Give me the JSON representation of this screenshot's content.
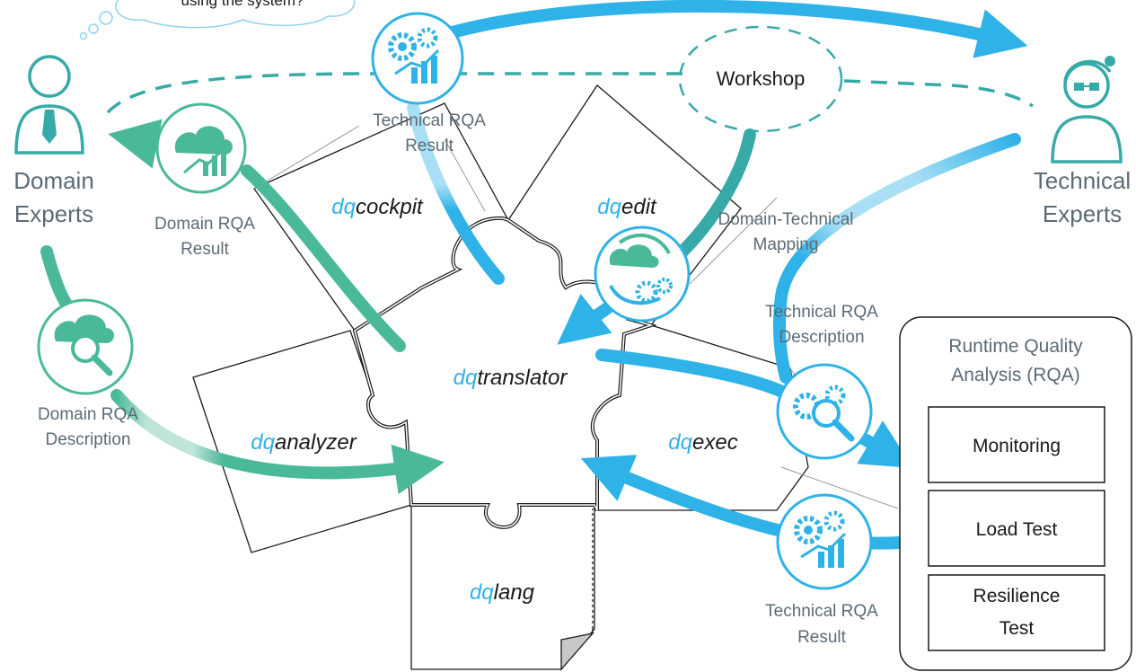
{
  "thought_bubble": {
    "text": "using the system?"
  },
  "roles": {
    "domain": {
      "line1": "Domain",
      "line2": "Experts"
    },
    "technical": {
      "line1": "Technical",
      "line2": "Experts"
    }
  },
  "workshop": "Workshop",
  "labels": {
    "tech_rqa_result_top": [
      "Technical RQA",
      "Result"
    ],
    "domain_rqa_result": [
      "Domain RQA",
      "Result"
    ],
    "domain_rqa_description": [
      "Domain RQA",
      "Description"
    ],
    "domain_technical_mapping": [
      "Domain-Technical",
      "Mapping"
    ],
    "tech_rqa_description": [
      "Technical RQA",
      "Description"
    ],
    "tech_rqa_result_bottom": [
      "Technical RQA",
      "Result"
    ]
  },
  "puzzle": {
    "prefix": "dq",
    "cockpit": "cockpit",
    "edit": "edit",
    "translator": "translator",
    "analyzer": "analyzer",
    "exec": "exec",
    "lang": "lang"
  },
  "rqa_panel": {
    "title": [
      "Runtime Quality",
      "Analysis (RQA)"
    ],
    "items": [
      "Monitoring",
      "Load Test",
      [
        "Resilience",
        "Test"
      ]
    ]
  },
  "colors": {
    "blue": "#2fb2e8",
    "light_blue": "#a9dff4",
    "teal": "#4ab99a",
    "teal_dark": "#37aaa8",
    "gray_text": "#5b6b75",
    "black": "#1a1a1a"
  },
  "icons": [
    "thought-bubble-icon",
    "domain-expert-icon",
    "technical-expert-icon",
    "gears-chart-icon",
    "cloud-chart-icon",
    "cloud-magnifier-icon",
    "cloud-gears-cycle-icon",
    "gears-magnifier-icon"
  ]
}
